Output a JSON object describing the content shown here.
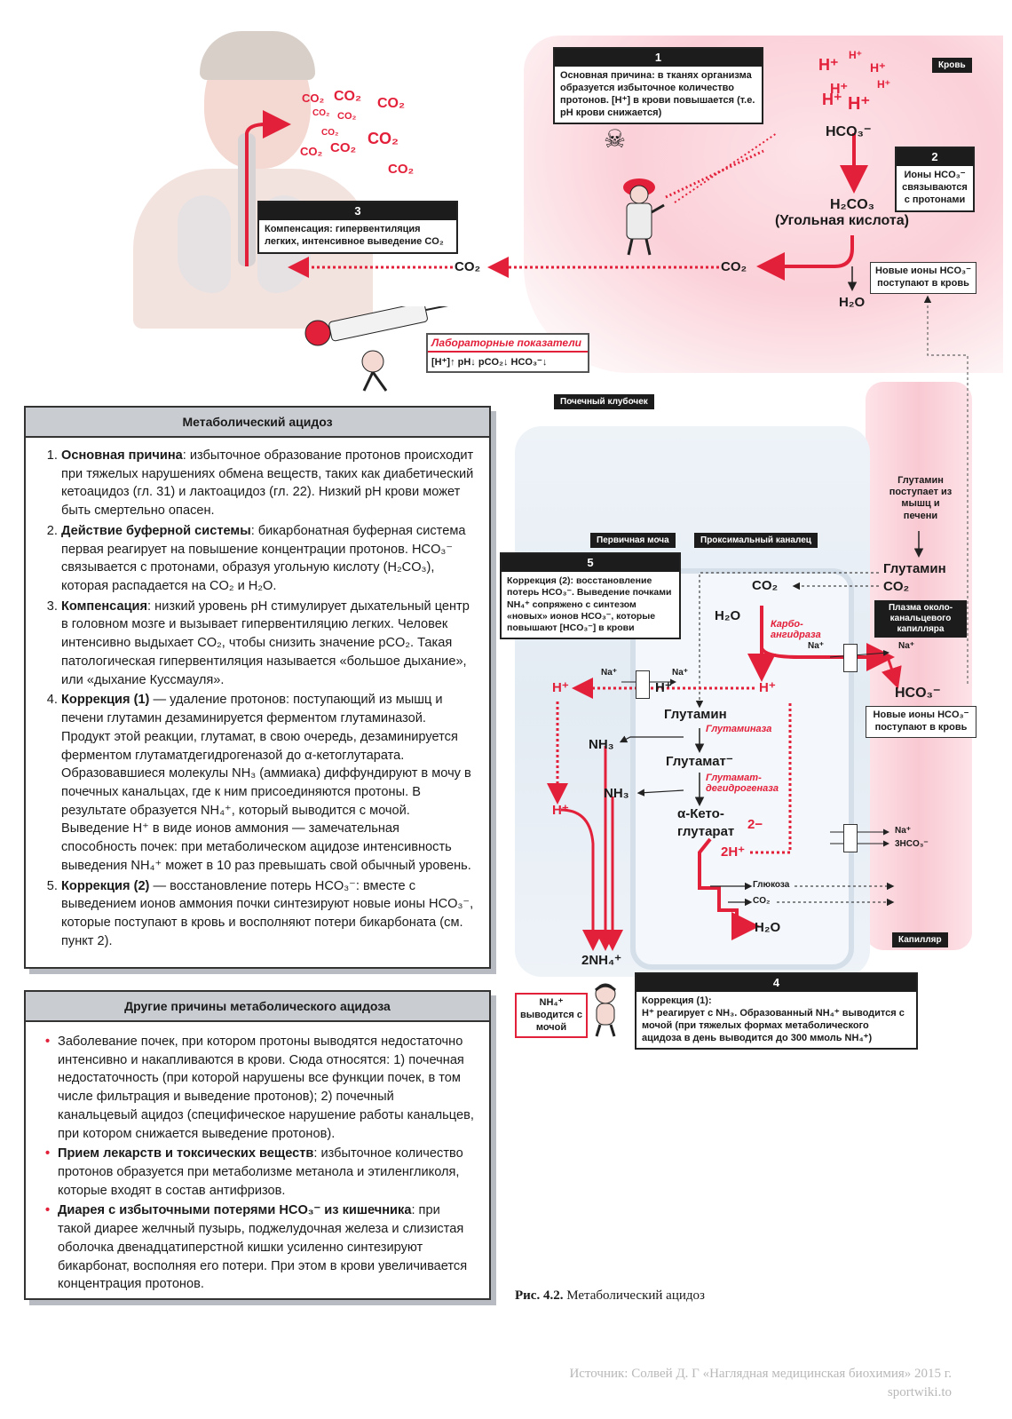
{
  "diagram": {
    "blood_label": "Кровь",
    "kidney_glomerulus_label": "Почечный клубочек",
    "primary_urine_label": "Первичная моча",
    "proximal_tubule_label": "Проксимальный каналец",
    "plasma_label": "Плазма около-канальцевого капилляра",
    "capillary_label": "Капилляр",
    "glutamine_supply": "Глутамин поступает из мышц и печени",
    "callout1": {
      "num": "1",
      "text": "Основная причина: в тканях организма образуется избыточное количество протонов. [H⁺] в крови повышается (т.е. pH крови снижается)"
    },
    "callout2": {
      "num": "2",
      "text": "Ионы HCO₃⁻ связываются с протонами"
    },
    "callout3": {
      "num": "3",
      "text": "Компенсация: гипервентиляция легких, интенсивное выведение CO₂"
    },
    "callout4": {
      "num": "4",
      "title": "Коррекция (1):",
      "text": "H⁺ реагирует с NH₃. Образованный NH₄⁺ выводится с мочой (при тяжелых формах метаболического ацидоза в день выводится до 300 ммоль NH₄⁺)"
    },
    "callout5": {
      "num": "5",
      "text": "Коррекция (2): восстановление потерь HCO₃⁻. Выведение почками NH₄⁺ сопряжено с синтезом «новых» ионов HCO₃⁻, которые повышают [HCO₃⁻] в крови"
    },
    "new_ions_top": "Новые ионы HCO₃⁻ поступают в кровь",
    "new_ions_bottom": "Новые ионы HCO₃⁻ поступают в кровь",
    "nh4_out": "NH₄⁺ выводится с мочой",
    "lab": {
      "title": "Лабораторные показатели",
      "values": "[H⁺]↑ pH↓ pCO₂↓ HCO₃⁻↓"
    },
    "species": {
      "hco3": "HCO₃⁻",
      "h2co3": "H₂CO₃",
      "carbonic": "(Угольная кислота)",
      "h2o_top": "H₂O",
      "co2_left": "CO₂",
      "co2_mid": "CO₂",
      "co2_mouth": [
        "CO₂",
        "CO₂",
        "CO₂",
        "CO₂",
        "CO₂",
        "CO₂",
        "CO₂",
        "CO₂",
        "CO₂",
        "CO₂"
      ],
      "h_cluster": [
        "H⁺",
        "H⁺",
        "H⁺",
        "H⁺",
        "H⁺",
        "H⁺",
        "H⁺"
      ],
      "glutamine_cap": "Глутамин",
      "co2_cap": "CO₂",
      "co2_cell": "CO₂",
      "h2o_cell": "H₂O",
      "carbo_enzyme": "Карбо-ангидраза",
      "na1": "Na⁺",
      "na2": "Na⁺",
      "na3": "Na⁺",
      "na4": "Na⁺",
      "na5": "Na⁺",
      "hco3_cap": "HCO₃⁻",
      "h_lumen1": "H⁺",
      "h_cell1": "H⁺",
      "h_cell2": "H⁺",
      "glutamine_cell": "Глутамин",
      "glutaminase": "Глутаминаза",
      "nh3_1": "NH₃",
      "glutamate": "Глутамат⁻",
      "glutamate_dh": "Глутамат-дегидрогеназа",
      "nh3_2": "NH₃",
      "h_lumen2": "H⁺",
      "akg": "α-Кето-глутарат",
      "akg_charge": "2−",
      "two_h": "2H⁺",
      "three_hco3": "3HCO₃⁻",
      "glucose": "Глюкоза",
      "co2_out": "CO₂",
      "h2o_out": "H₂O",
      "two_nh4": "2NH₄⁺"
    }
  },
  "panel1": {
    "title": "Метаболический ацидоз",
    "items": [
      {
        "lead": "Основная причина",
        "text": ": избыточное образование протонов происходит при тяжелых нарушениях обмена веществ, таких как диабетический кетоацидоз (гл. 31) и лактоацидоз (гл. 22). Низкий pH крови может быть смертельно опасен."
      },
      {
        "lead": "Действие буферной системы",
        "text": ": бикарбонатная буферная система первая реагирует на повышение концентрации протонов. HCO₃⁻ связывается с протонами, образуя угольную кислоту (H₂CO₃), которая распадается на CO₂ и H₂O."
      },
      {
        "lead": "Компенсация",
        "text": ": низкий уровень pH стимулирует дыхательный центр в головном мозге и вызывает гипервентиляцию легких. Человек интенсивно выдыхает CO₂, чтобы снизить значение pCO₂. Такая патологическая гипервентиляция называется «большое дыхание», или «дыхание Куссмауля»."
      },
      {
        "lead": "Коррекция (1)",
        "text": " — удаление протонов: поступающий из мышц и печени глутамин дезаминируется ферментом глутаминазой. Продукт этой реакции, глутамат, в свою очередь, дезаминируется ферментом глутаматдегидрогеназой до α-кетоглутарата. Образовавшиеся молекулы NH₃ (аммиака) диффундируют в мочу в почечных канальцах, где к ним присоединяются протоны. В результате образуется NH₄⁺, который выводится с мочой. Выведение H⁺ в виде ионов аммония — замечательная способность почек: при метаболическом ацидозе интенсивность выведения NH₄⁺ может в 10 раз превышать свой обычный уровень."
      },
      {
        "lead": "Коррекция (2)",
        "text": " — восстановление потерь HCO₃⁻: вместе с выведением ионов аммония почки синтезируют новые ионы HCO₃⁻, которые поступают в кровь и восполняют потери бикарбоната (см. пункт 2)."
      }
    ]
  },
  "panel2": {
    "title": "Другие причины метаболического ацидоза",
    "items": [
      {
        "lead": "",
        "text": "Заболевание почек, при котором протоны выводятся недостаточно интенсивно и накапливаются в крови. Сюда относятся: 1) почечная недостаточность (при которой нарушены все функции почек, в том числе фильтрация и выведение протонов); 2) почечный канальцевый ацидоз (специфическое нарушение работы канальцев, при котором снижается выведение протонов)."
      },
      {
        "lead": "Прием лекарств и токсических веществ",
        "text": ": избыточное количество протонов образуется при метаболизме метанола и этиленгликоля, которые входят в состав антифризов."
      },
      {
        "lead": "Диарея с избыточными потерями HCO₃⁻ из кишечника",
        "text": ": при такой диарее желчный пузырь, поджелудочная железа и слизистая оболочка двенадцатиперстной кишки усиленно синтезируют бикарбонат, восполняя его потери. При этом в крови увеличивается концентрация протонов."
      }
    ]
  },
  "caption": {
    "prefix": "Рис. 4.2.",
    "text": "Метаболический ацидоз"
  },
  "source": {
    "line1": "Источник: Солвей Д. Г «Наглядная медицинская биохимия» 2015 г.",
    "line2": "sportwiki.to"
  },
  "colors": {
    "accent": "#e3203a",
    "panel_head": "#c9ccd1"
  },
  "icons": [
    "skull-icon",
    "firefighter-figure",
    "syringe-figure",
    "child-figure"
  ]
}
